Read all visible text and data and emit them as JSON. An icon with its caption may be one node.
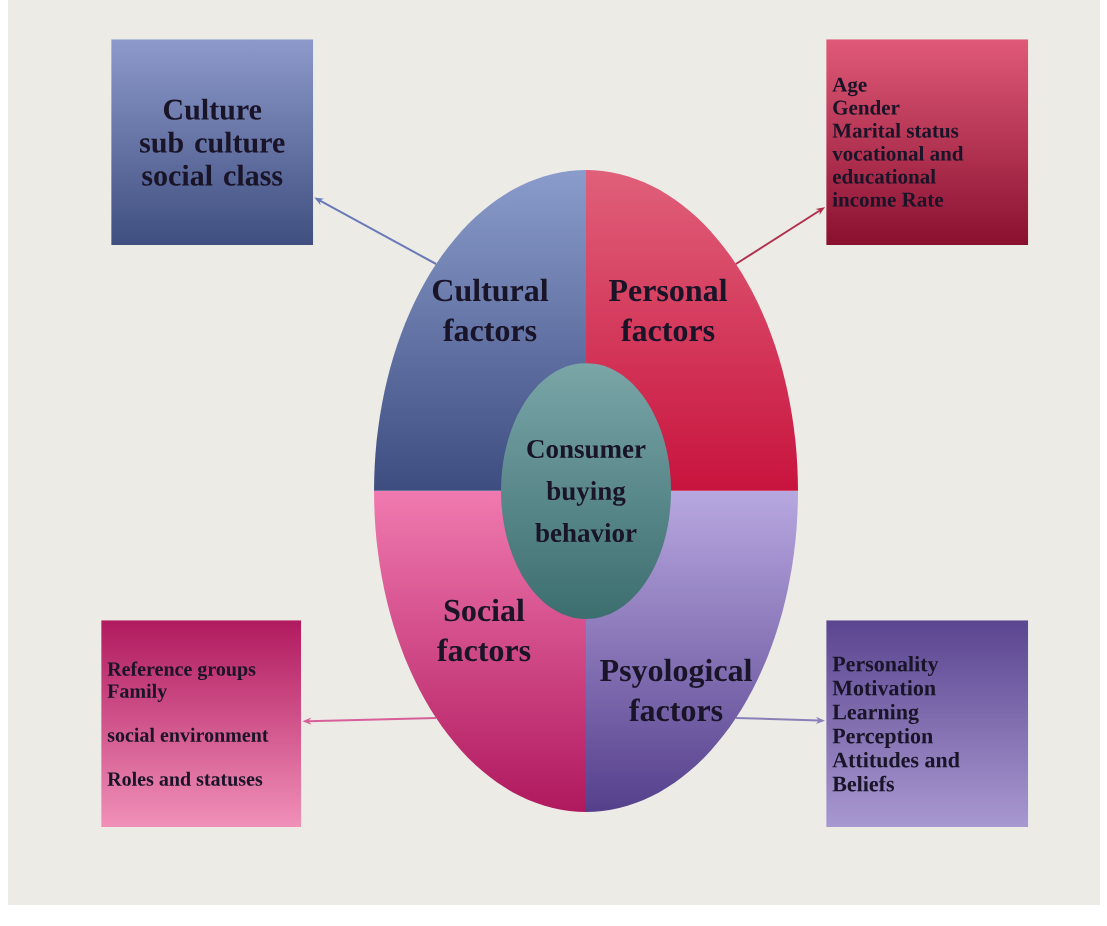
{
  "diagram": {
    "nodes": [
      {
        "text": [
          "Culture",
          "sub culture",
          "social class"
        ]
      },
      {
        "text": [
          "Cultural factors"
        ]
      },
      {
        "text": [
          "Personal factors"
        ]
      },
      {
        "text": [
          "Age",
          "Gender",
          "Marital status",
          "vocational and educational",
          "income Rate"
        ]
      },
      {
        "text": [
          "Consumer buying behavior"
        ]
      },
      {
        "text": [
          "Social factors"
        ]
      },
      {
        "text": [
          "Psyological factors"
        ]
      },
      {
        "text": [
          "Reference groups",
          "Family",
          "social environment",
          "Roles and statuses"
        ]
      },
      {
        "text": [
          "Personality",
          "Motivation",
          "Learning",
          "Perception",
          "Attitudes and Beliefs"
        ]
      }
    ],
    "edges": [
      {
        "from": 1,
        "to": 0,
        "arrow": "to",
        "color": "#6a7ab8"
      },
      {
        "from": 2,
        "to": 3,
        "arrow": "to",
        "color": "#b0304e"
      },
      {
        "from": 5,
        "to": 7,
        "arrow": "to",
        "color": "#d8609a"
      },
      {
        "from": 6,
        "to": 8,
        "arrow": "to",
        "color": "#8a80b8"
      }
    ]
  }
}
